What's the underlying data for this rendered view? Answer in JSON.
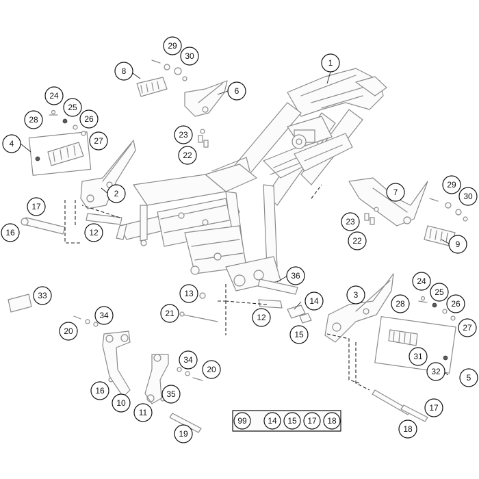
{
  "labels": {
    "l1": "1",
    "l2": "2",
    "l3": "3",
    "l4": "4",
    "l5": "5",
    "l6": "6",
    "l7": "7",
    "l8": "8",
    "l9": "9",
    "l10": "10",
    "l11": "11",
    "l12a": "12",
    "l12b": "12",
    "l13": "13",
    "l14": "14",
    "l15": "15",
    "l16a": "16",
    "l16b": "16",
    "l17a": "17",
    "l17b": "17",
    "l18": "18",
    "l19": "19",
    "l20a": "20",
    "l20b": "20",
    "l21": "21",
    "l22a": "22",
    "l22b": "22",
    "l23a": "23",
    "l23b": "23",
    "l24a": "24",
    "l24b": "24",
    "l25a": "25",
    "l25b": "25",
    "l26a": "26",
    "l26b": "26",
    "l27a": "27",
    "l27b": "27",
    "l28a": "28",
    "l28b": "28",
    "l29a": "29",
    "l29b": "29",
    "l30a": "30",
    "l30b": "30",
    "l31": "31",
    "l32": "32",
    "l33": "33",
    "l34a": "34",
    "l34b": "34",
    "l35": "35",
    "l36": "36"
  },
  "kit": {
    "id": "99",
    "items": [
      "14",
      "15",
      "17",
      "18"
    ]
  }
}
